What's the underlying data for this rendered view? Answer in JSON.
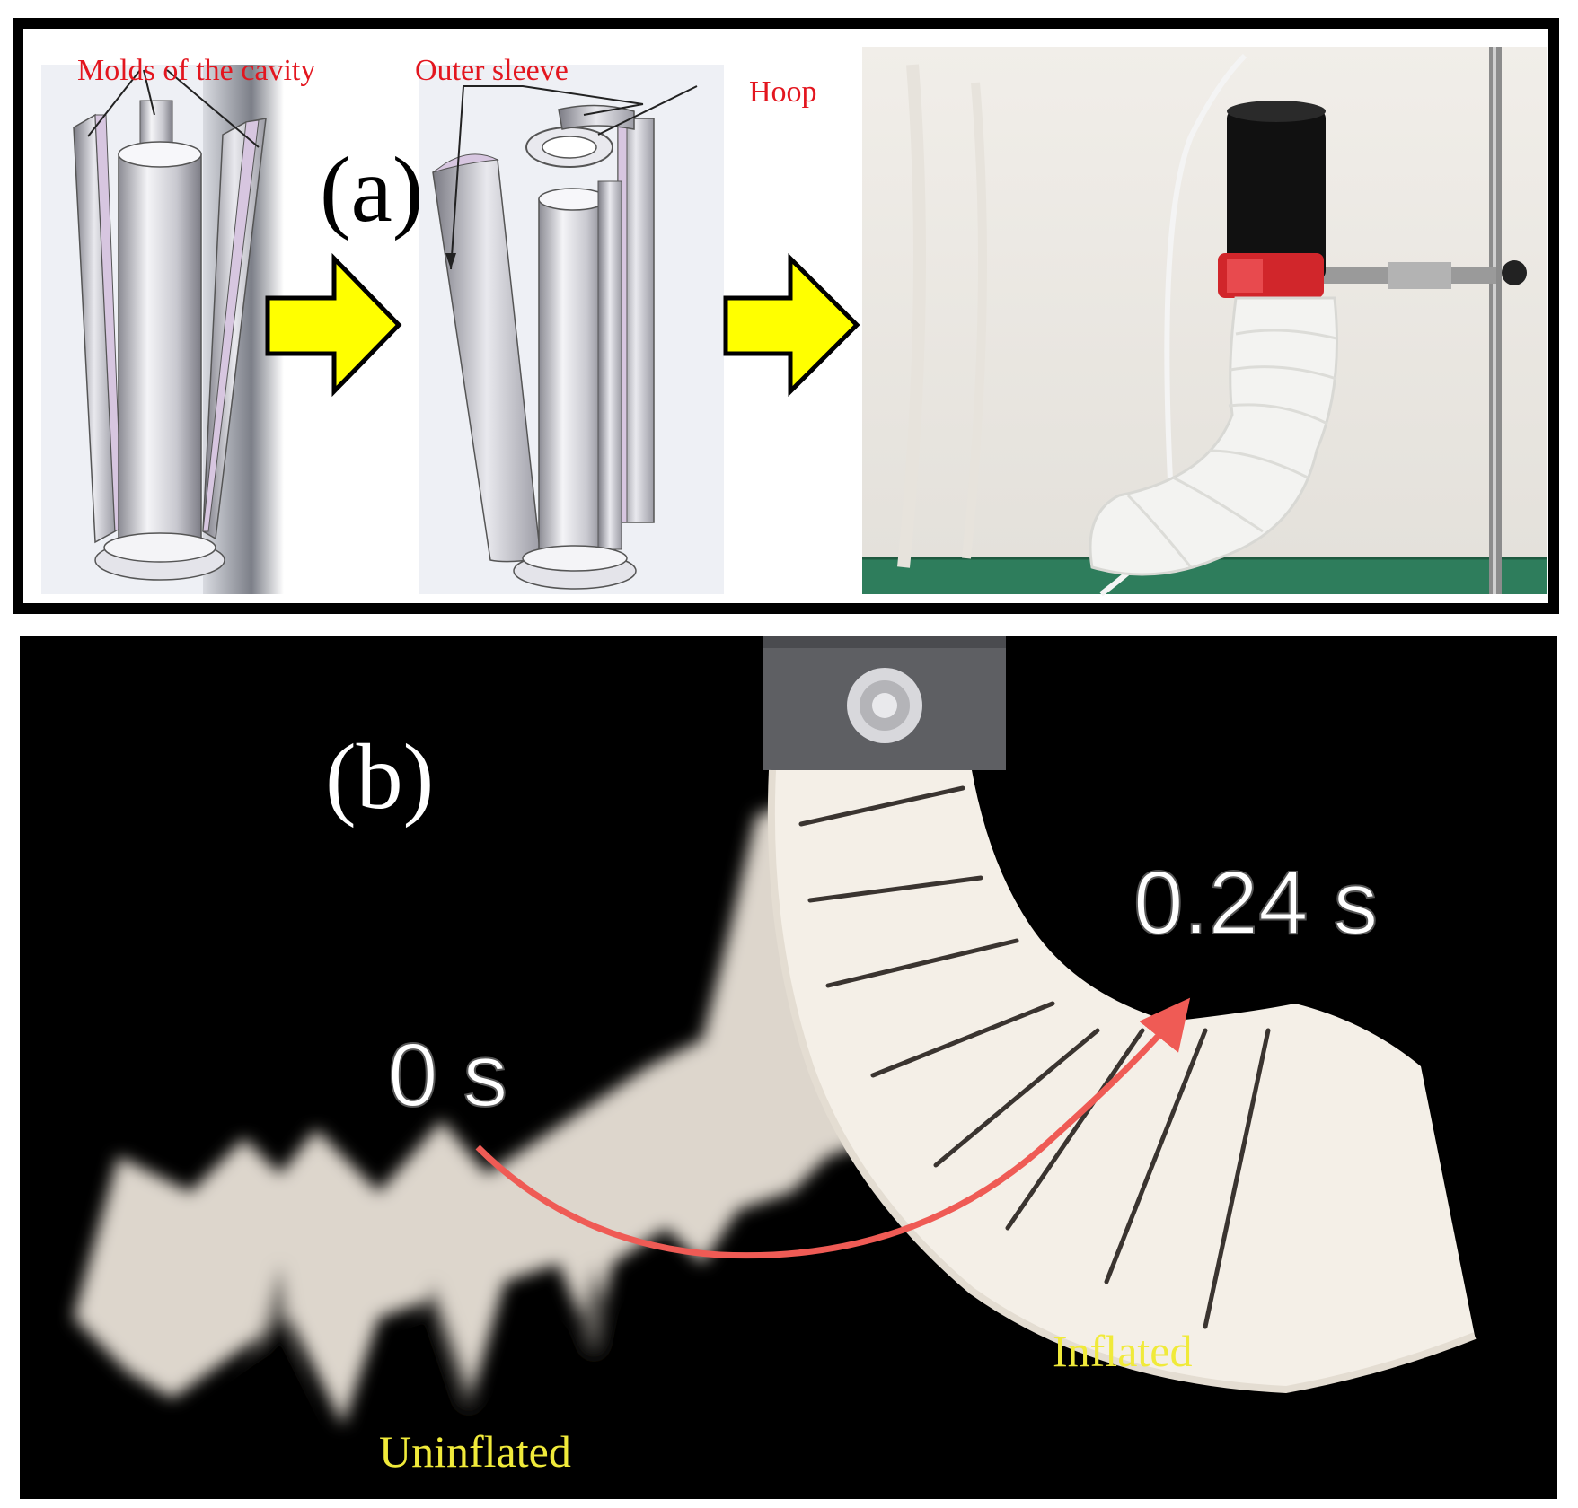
{
  "panel_a": {
    "letter": "(a)",
    "labels": {
      "molds": "Molds of the cavity",
      "sleeve": "Outer sleeve",
      "hoop": "Hoop"
    }
  },
  "panel_b": {
    "letter": "(b)",
    "time_start": "0 s",
    "time_end": "0.24 s",
    "state_start": "Uninflated",
    "state_end": "Inflated"
  },
  "colors": {
    "label_red": "#e3161f",
    "arrow_yellow": "#ffff00",
    "state_yellow": "#f0ea3a",
    "motion_arrow": "#ef5b55"
  }
}
